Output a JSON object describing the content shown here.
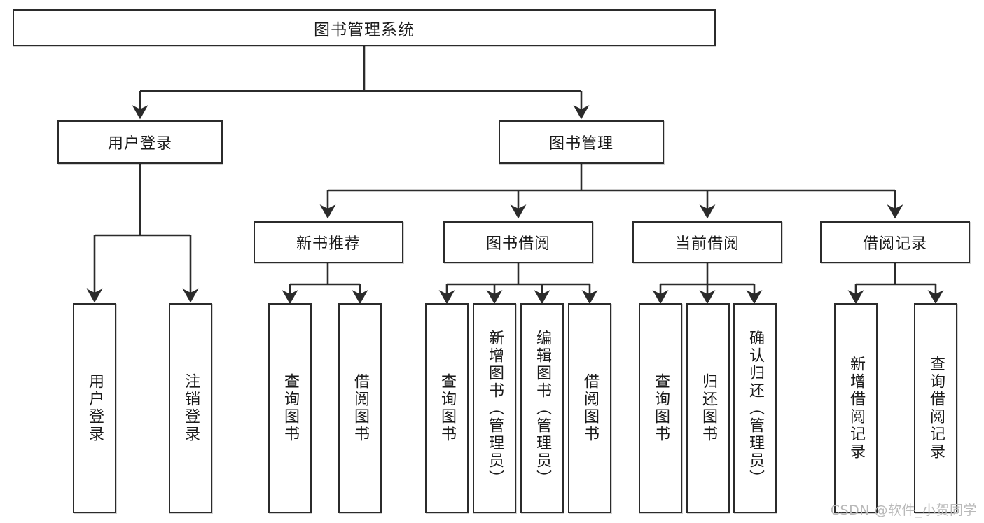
{
  "diagram": {
    "title": "图书管理系统",
    "type": "tree-hierarchy-diagram",
    "watermark": "CSDN @软件_小贺同学",
    "colors": {
      "stroke": "#2b2b2b",
      "fill": "#ffffff",
      "text": "#1a1a1a",
      "watermark": "#b9b9b9"
    },
    "levels": {
      "root": {
        "label": "图书管理系统"
      },
      "level2": [
        {
          "id": "user-login",
          "label": "用户登录"
        },
        {
          "id": "book-management",
          "label": "图书管理"
        }
      ],
      "level3": [
        {
          "id": "new-book-recommend",
          "label": "新书推荐"
        },
        {
          "id": "book-borrow",
          "label": "图书借阅"
        },
        {
          "id": "current-borrow",
          "label": "当前借阅"
        },
        {
          "id": "borrow-record",
          "label": "借阅记录"
        }
      ],
      "leaves": {
        "user_login": [
          {
            "id": "leaf-user-login",
            "label": "用户登录"
          },
          {
            "id": "leaf-logout-login",
            "label": "注销登录"
          }
        ],
        "new_book_recommend": [
          {
            "id": "leaf-query-book-1",
            "label": "查询图书"
          },
          {
            "id": "leaf-borrow-book-1",
            "label": "借阅图书"
          }
        ],
        "book_borrow": [
          {
            "id": "leaf-query-book-2",
            "label": "查询图书"
          },
          {
            "id": "leaf-add-book-admin",
            "label": "新增图书（管理员）"
          },
          {
            "id": "leaf-edit-book-admin",
            "label": "编辑图书（管理员）"
          },
          {
            "id": "leaf-borrow-book-2",
            "label": "借阅图书"
          }
        ],
        "current_borrow": [
          {
            "id": "leaf-query-book-3",
            "label": "查询图书"
          },
          {
            "id": "leaf-return-book",
            "label": "归还图书"
          },
          {
            "id": "leaf-confirm-return-admin",
            "label": "确认归还（管理员）"
          }
        ],
        "borrow_record": [
          {
            "id": "leaf-add-borrow-record",
            "label": "新增借阅记录"
          },
          {
            "id": "leaf-query-borrow-record",
            "label": "查询借阅记录"
          }
        ]
      }
    }
  }
}
